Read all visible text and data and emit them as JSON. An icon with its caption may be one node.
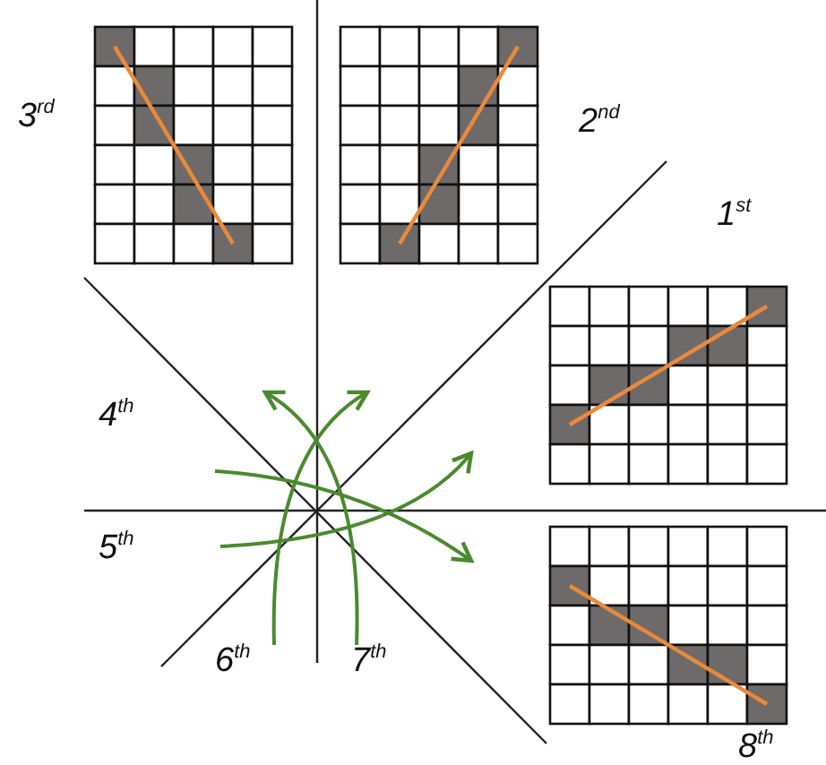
{
  "diagram": {
    "labels": [
      "3$^{rd}$",
      "2$^{nd}$",
      "1$^{st}$",
      "4$^{th}$",
      "5$^{th}$",
      "6$^{th}$",
      "7$^{th}$",
      "8$^{th}$"
    ]
  }
}
